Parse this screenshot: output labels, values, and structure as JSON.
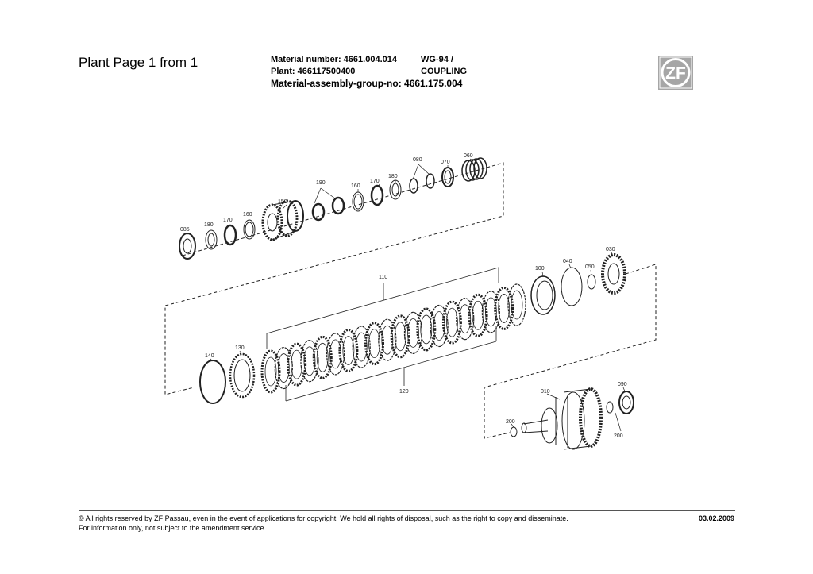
{
  "page": {
    "title": "Plant Page 1 from 1",
    "material_number": "Material number: 4661.004.014",
    "plant": "Plant: 466117500400",
    "model": "WG-94 /",
    "assembly": "COUPLING",
    "assembly_group": "Material-assembly-group-no: 4661.175.004"
  },
  "logo": {
    "text": "ZF",
    "color": "#a6a6a6"
  },
  "diagram": {
    "part_labels": {
      "p085": "085",
      "p180a": "180",
      "p170a": "170",
      "p160a": "160",
      "p150": "150",
      "p190": "190",
      "p160b": "160",
      "p170b": "170",
      "p180b": "180",
      "p080": "080",
      "p070": "070",
      "p060": "060",
      "p110": "110",
      "p100": "100",
      "p040": "040",
      "p050": "050",
      "p030": "030",
      "p140": "140",
      "p130": "130",
      "p120": "120",
      "p010": "010",
      "p090": "090",
      "p200a": "200",
      "p200b": "200"
    }
  },
  "footer": {
    "copyright": "© All rights reserved by ZF Passau, even in the event of applications for copyright. We hold all rights of disposal, such as the right to copy and disseminate.",
    "note": "For information only, not subject to the amendment service.",
    "date": "03.02.2009"
  }
}
